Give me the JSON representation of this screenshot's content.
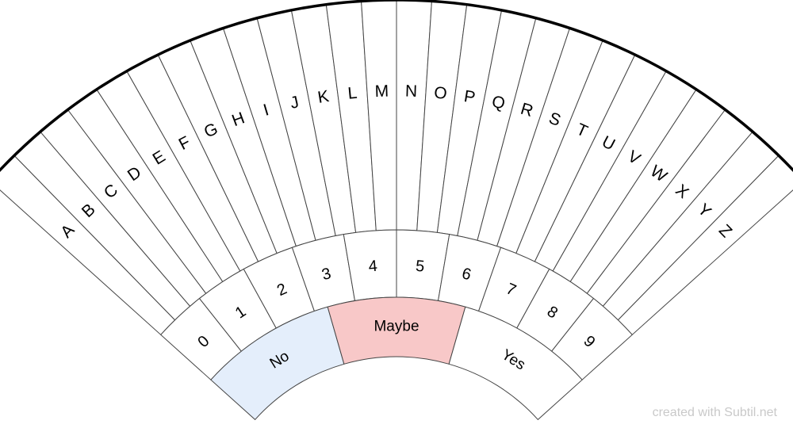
{
  "outer_ring": {
    "labels": [
      "A",
      "B",
      "C",
      "D",
      "E",
      "F",
      "G",
      "H",
      "I",
      "J",
      "K",
      "L",
      "M",
      "N",
      "O",
      "P",
      "Q",
      "R",
      "S",
      "T",
      "U",
      "V",
      "W",
      "X",
      "Y",
      "Z"
    ]
  },
  "middle_ring": {
    "labels": [
      "0",
      "1",
      "2",
      "3",
      "4",
      "5",
      "6",
      "7",
      "8",
      "9"
    ]
  },
  "inner_ring": {
    "segments": [
      {
        "label": "No",
        "color": "#e4eefb"
      },
      {
        "label": "Maybe",
        "color": "#f8c8c8"
      },
      {
        "label": "Yes",
        "color": "#ffffff"
      }
    ]
  },
  "colors": {
    "line": "#444444",
    "rim": "#000000",
    "credit": "#c9c9c9"
  },
  "footer": {
    "credit": "created with Subtil.net"
  }
}
